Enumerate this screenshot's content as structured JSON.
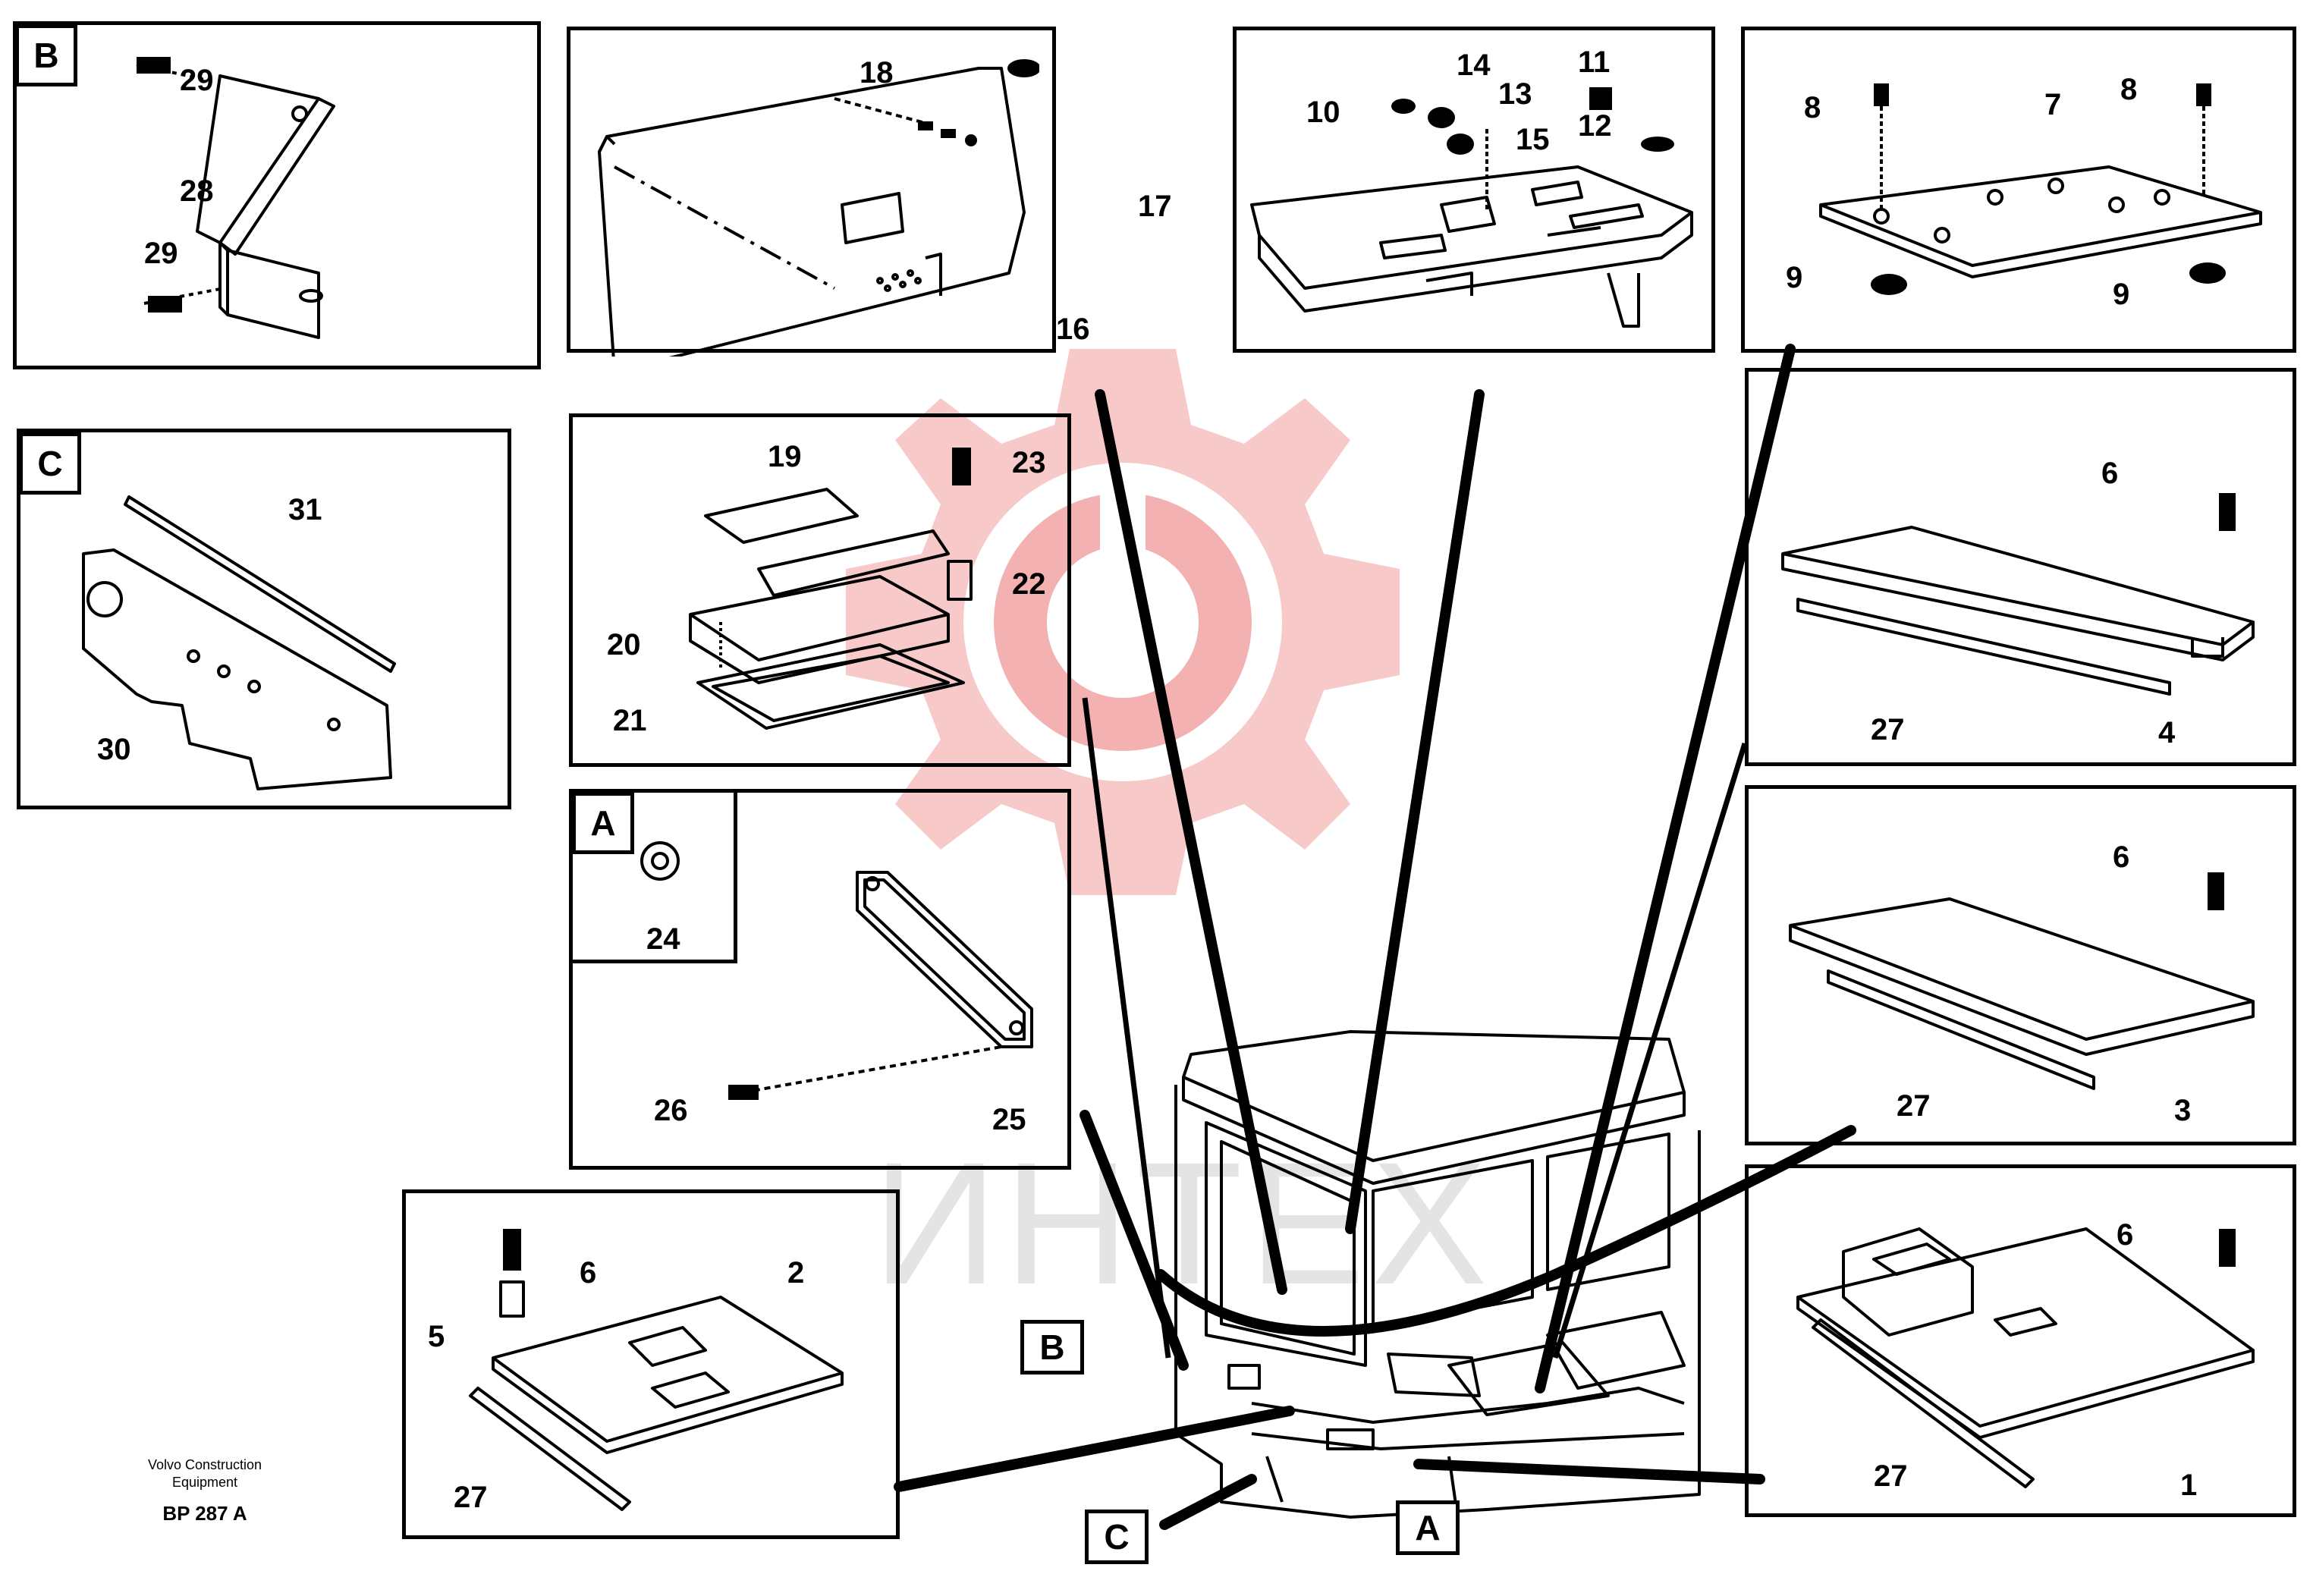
{
  "watermark": {
    "text": "ИНТЕХ"
  },
  "footer": {
    "line1": "Volvo Construction",
    "line2": "Equipment",
    "code": "BP 287 A"
  },
  "detail_tags": {
    "b": "B",
    "c": "C",
    "a": "A"
  },
  "cab_tags": {
    "b": "B",
    "c": "C",
    "a": "A"
  },
  "callouts": {
    "n1": "1",
    "n2": "2",
    "n3": "3",
    "n4": "4",
    "n5": "5",
    "n6a": "6",
    "n6b": "6",
    "n6c": "6",
    "n6d": "6",
    "n7": "7",
    "n8a": "8",
    "n8b": "8",
    "n9a": "9",
    "n9b": "9",
    "n10": "10",
    "n11": "11",
    "n12": "12",
    "n13": "13",
    "n14": "14",
    "n15": "15",
    "n16": "16",
    "n17": "17",
    "n18": "18",
    "n19": "19",
    "n20": "20",
    "n21": "21",
    "n22": "22",
    "n23": "23",
    "n24": "24",
    "n25": "25",
    "n26": "26",
    "n27a": "27",
    "n27b": "27",
    "n27c": "27",
    "n27d": "27",
    "n28": "28",
    "n29a": "29",
    "n29b": "29",
    "n30": "30",
    "n31": "31"
  }
}
